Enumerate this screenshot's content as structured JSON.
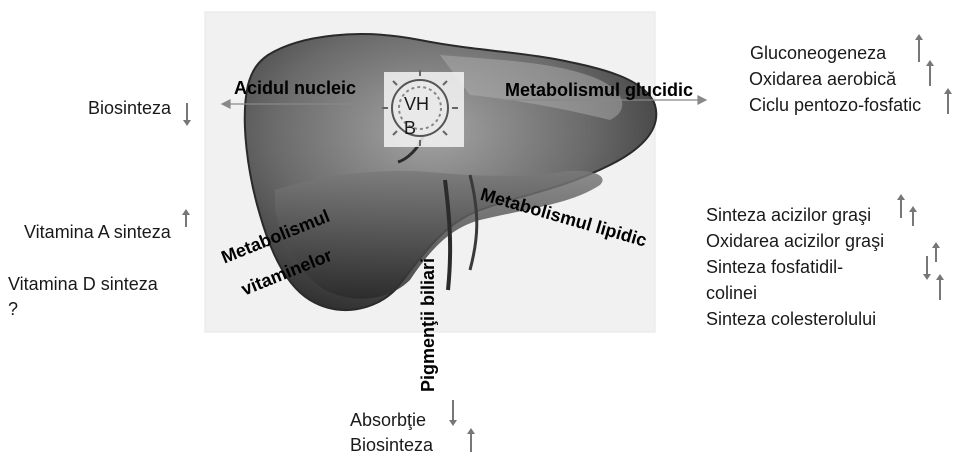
{
  "virus_label": "VH B",
  "categories": {
    "nucleic": "Acidul nucleic",
    "glucidic": "Metabolismul glucidic",
    "lipidic": "Metabolismul lipidic",
    "vitamins": "Metabolismul vitaminelor",
    "bile": "Pigmenţii biliari"
  },
  "nucleic_items": [
    "Biosinteza"
  ],
  "glucidic_items": [
    "Gluconeogeneza",
    "Oxidarea aerobică",
    "Ciclu pentozo-fosfatic"
  ],
  "lipidic_items": [
    "Sinteza acizilor graşi",
    "Oxidarea acizilor graşi",
    "Sinteza fosfatidil-",
    "colinei",
    "Sinteza colesterolului"
  ],
  "vitamin_items": [
    "Vitamina A sinteza",
    "Vitamina D sinteza",
    "?"
  ],
  "bile_items": [
    "Absorbţie",
    "Biosinteza"
  ],
  "colors": {
    "liver_dark": "#3c3c3c",
    "liver_light": "#9a9a9a",
    "arrow": "#777777"
  }
}
